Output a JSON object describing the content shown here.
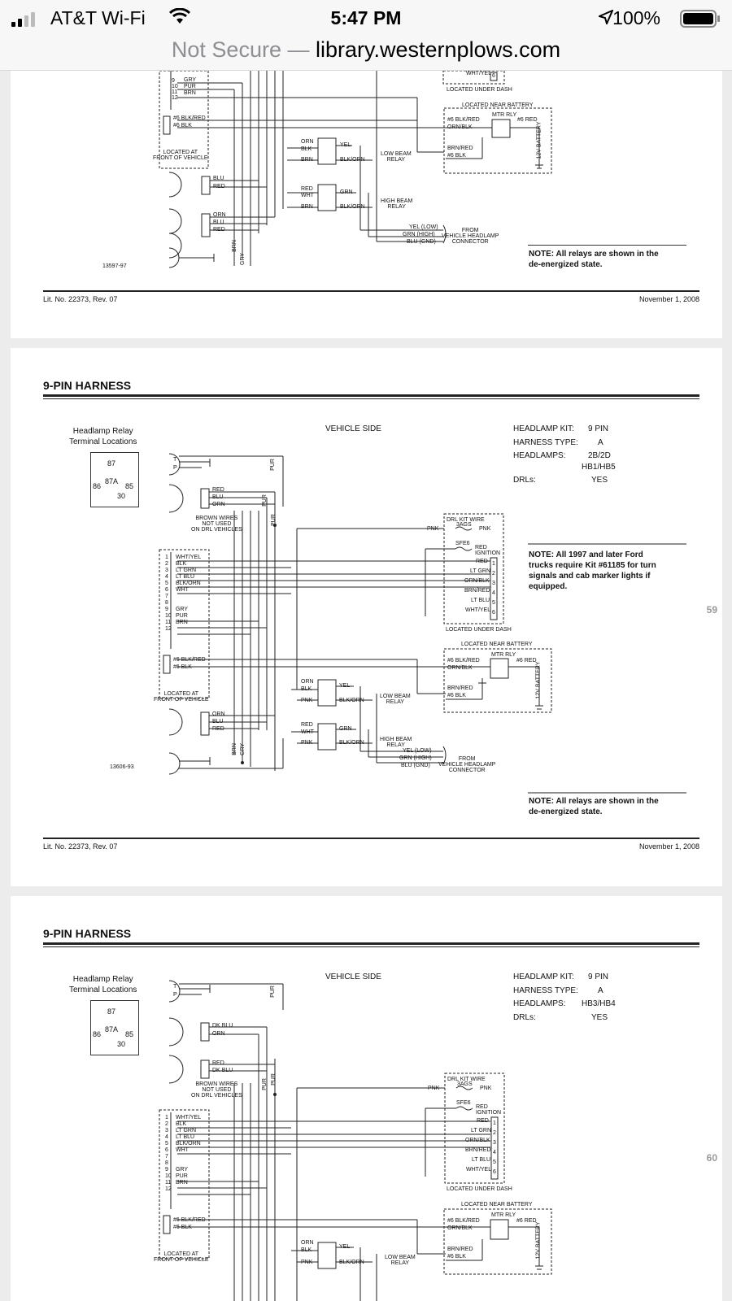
{
  "status_bar": {
    "carrier": "AT&T Wi-Fi",
    "time": "5:47 PM",
    "battery": "100%",
    "icons": [
      "signal-icon",
      "wifi-icon",
      "location-arrow-icon",
      "battery-icon"
    ]
  },
  "url_bar": {
    "insecure_label": "Not Secure —",
    "domain": "library.westernplows.com"
  },
  "page1": {
    "harness_pins_top": [
      "GRY",
      "PUR",
      "BRN"
    ],
    "pin_numbers_top": [
      "9",
      "10",
      "11",
      "12"
    ],
    "battery_leads": [
      "#6 BLK/RED",
      "#6 BLK"
    ],
    "located_front": "LOCATED AT\nFRONT OF VEHICLE",
    "headlamp_wires_1": [
      "BLU",
      "RED"
    ],
    "headlamp_wires_2": [
      "ORN",
      "BLU",
      "RED"
    ],
    "low_relay_wires": [
      "ORN",
      "BLK",
      "BRN",
      "YEL",
      "BLK/ORN"
    ],
    "high_relay_wires": [
      "RED",
      "WHT",
      "BRN",
      "GRN",
      "BLK/ORN"
    ],
    "low_beam_relay": "LOW BEAM\nRELAY",
    "high_beam_relay": "HIGH BEAM\nRELAY",
    "connector_wires": [
      "YEL (LOW)",
      "GRN (HIGH)",
      "BLU (GND)"
    ],
    "from_connector": "FROM\nVEHICLE HEADLAMP\nCONNECTOR",
    "vertical_labels": [
      "BRN",
      "GRY"
    ],
    "dash_label": "LOCATED UNDER DASH",
    "dash_top_wire": "WHT/YEL",
    "dash_top_pin": "6",
    "battery_box_title": "LOCATED NEAR BATTERY",
    "mtr_rly": "MTR RLY",
    "battery_box_wires": [
      "#6 BLK/RED",
      "ORN/BLK",
      "BRN/RED",
      "#6 BLK",
      "#6 RED"
    ],
    "battery_label": "12V BATTERY",
    "drawing_no": "13597-97",
    "note": "NOTE: All relays are shown in the\nde-energized state.",
    "footer_left": "Lit. No. 22373, Rev. 07",
    "footer_right": "November 1, 2008"
  },
  "page2": {
    "title": "9-PIN HARNESS",
    "relay_terminal_title": "Headlamp Relay\nTerminal Locations",
    "relay_terminals": [
      "87",
      "87A",
      "86",
      "85",
      "30"
    ],
    "vehicle_side": "VEHICLE SIDE",
    "spec": [
      {
        "label": "HEADLAMP KIT:",
        "value": "9 PIN"
      },
      {
        "label": "HARNESS TYPE:",
        "value": "A"
      },
      {
        "label": "HEADLAMPS:",
        "value": "2B/2D"
      },
      {
        "label": "",
        "value": "HB1/HB5"
      },
      {
        "label": "DRLs:",
        "value": "YES"
      }
    ],
    "headlamp_wires_top": [
      "RED",
      "BLU",
      "ORN"
    ],
    "brown_note": "BROWN WIRES\nNOT USED\nON DRL VEHICLES",
    "vertical_labels": [
      "PUR",
      "PUR",
      "PUR",
      "BRN",
      "GRY"
    ],
    "harness_pins": [
      "WHT/YEL",
      "BLK",
      "LT GRN",
      "LT BLU",
      "BLK/ORN",
      "WHT",
      "",
      "",
      "GRY",
      "PUR",
      "BRN",
      ""
    ],
    "pin_numbers": [
      "1",
      "2",
      "3",
      "4",
      "5",
      "6",
      "7",
      "8",
      "9",
      "10",
      "11",
      "12"
    ],
    "battery_leads": [
      "#6 BLK/RED",
      "#6 BLK"
    ],
    "located_front": "LOCATED AT\nFRONT OF VEHICLE",
    "headlamp_wires_bottom": [
      "ORN",
      "BLU",
      "RED"
    ],
    "drl_box": {
      "title": "DRL KIT WIRE",
      "fuse1": "3AGS",
      "pnk": "PNK",
      "fuse2": "SFE6",
      "red_ign": "RED\nIGNITION",
      "wires": [
        "RED",
        "LT GRN",
        "ORN/BLK",
        "BRN/RED",
        "LT BLU",
        "WHT/YEL"
      ],
      "pins": [
        "1",
        "2",
        "3",
        "4",
        "5",
        "6"
      ],
      "location": "LOCATED UNDER DASH"
    },
    "ford_note": "NOTE: All 1997 and later Ford\ntrucks require Kit #61185 for turn\nsignals and cab marker lights if\nequipped.",
    "battery_box_title": "LOCATED NEAR BATTERY",
    "mtr_rly": "MTR RLY",
    "battery_box_wires": [
      "#6 BLK/RED",
      "ORN/BLK",
      "BRN/RED",
      "#6 BLK",
      "#6 RED"
    ],
    "battery_label": "12V BATTERY",
    "low_relay_wires": [
      "ORN",
      "BLK",
      "PNK",
      "YEL",
      "BLK/ORN"
    ],
    "high_relay_wires": [
      "RED",
      "WHT",
      "PNK",
      "GRN",
      "BLK/ORN"
    ],
    "low_beam_relay": "LOW BEAM\nRELAY",
    "high_beam_relay": "HIGH BEAM\nRELAY",
    "connector_wires": [
      "YEL (LOW)",
      "GRN (HIGH)",
      "BLU (GND)"
    ],
    "from_connector": "FROM\nVEHICLE HEADLAMP\nCONNECTOR",
    "drawing_no": "13606-93",
    "note": "NOTE: All relays are shown in the\nde-energized state.",
    "footer_left": "Lit. No. 22373, Rev. 07",
    "footer_right": "November 1, 2008",
    "page_number": "59"
  },
  "page3": {
    "title": "9-PIN HARNESS",
    "relay_terminal_title": "Headlamp Relay\nTerminal Locations",
    "relay_terminals": [
      "87",
      "87A",
      "86",
      "85",
      "30"
    ],
    "vehicle_side": "VEHICLE SIDE",
    "spec": [
      {
        "label": "HEADLAMP KIT:",
        "value": "9 PIN"
      },
      {
        "label": "HARNESS TYPE:",
        "value": "A"
      },
      {
        "label": "HEADLAMPS:",
        "value": "HB3/HB4"
      },
      {
        "label": "DRLs:",
        "value": "YES"
      }
    ],
    "headlamp_wires_1": [
      "DK BLU",
      "ORN"
    ],
    "headlamp_wires_2": [
      "RED",
      "DK BLU"
    ],
    "brown_note": "BROWN WIRES\nNOT USED\nON DRL VEHICLES",
    "vertical_labels": [
      "PUR",
      "PUR",
      "PUR"
    ],
    "harness_pins": [
      "WHT/YEL",
      "BLK",
      "LT GRN",
      "LT BLU",
      "BLK/ORN",
      "WHT",
      "",
      "",
      "GRY",
      "PUR",
      "BRN",
      ""
    ],
    "pin_numbers": [
      "1",
      "2",
      "3",
      "4",
      "5",
      "6",
      "7",
      "8",
      "9",
      "10",
      "11",
      "12"
    ],
    "battery_leads": [
      "#6 BLK/RED",
      "#6 BLK"
    ],
    "located_front": "LOCATED AT\nFRONT OF VEHICLE",
    "drl_box": {
      "title": "DRL KIT WIRE",
      "fuse1": "3AGS",
      "pnk": "PNK",
      "fuse2": "SFE6",
      "red_ign": "RED\nIGNITION",
      "wires": [
        "RED",
        "LT GRN",
        "ORN/BLK",
        "BRN/RED",
        "LT BLU",
        "WHT/YEL"
      ],
      "pins": [
        "1",
        "2",
        "3",
        "4",
        "5",
        "6"
      ],
      "location": "LOCATED UNDER DASH"
    },
    "battery_box_title": "LOCATED NEAR BATTERY",
    "mtr_rly": "MTR RLY",
    "battery_box_wires": [
      "#6 BLK/RED",
      "ORN/BLK",
      "BRN/RED",
      "#6 BLK",
      "#6 RED"
    ],
    "battery_label": "12V BATTERY",
    "low_relay_wires": [
      "ORN",
      "BLK",
      "PNK",
      "YEL",
      "BLK/ORN"
    ],
    "low_beam_relay": "LOW BEAM\nRELAY",
    "page_number": "60"
  }
}
